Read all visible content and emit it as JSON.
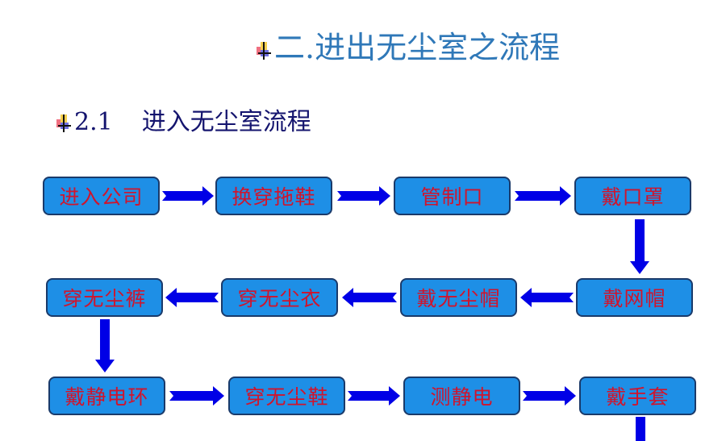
{
  "title": "二.进出无尘室之流程",
  "subtitle": {
    "number": "2.1",
    "text": "进入无尘室流程"
  },
  "steps": [
    "进入公司",
    "换穿拖鞋",
    "管制口",
    "戴口罩",
    "戴网帽",
    "戴无尘帽",
    "穿无尘衣",
    "穿无尘裤",
    "戴静电环",
    "穿无尘鞋",
    "测静电",
    "戴手套"
  ],
  "colors": {
    "box": "#1e8fe6",
    "text": "#d0142c",
    "arrow": "#0000e6",
    "title": "#2f78b8"
  }
}
